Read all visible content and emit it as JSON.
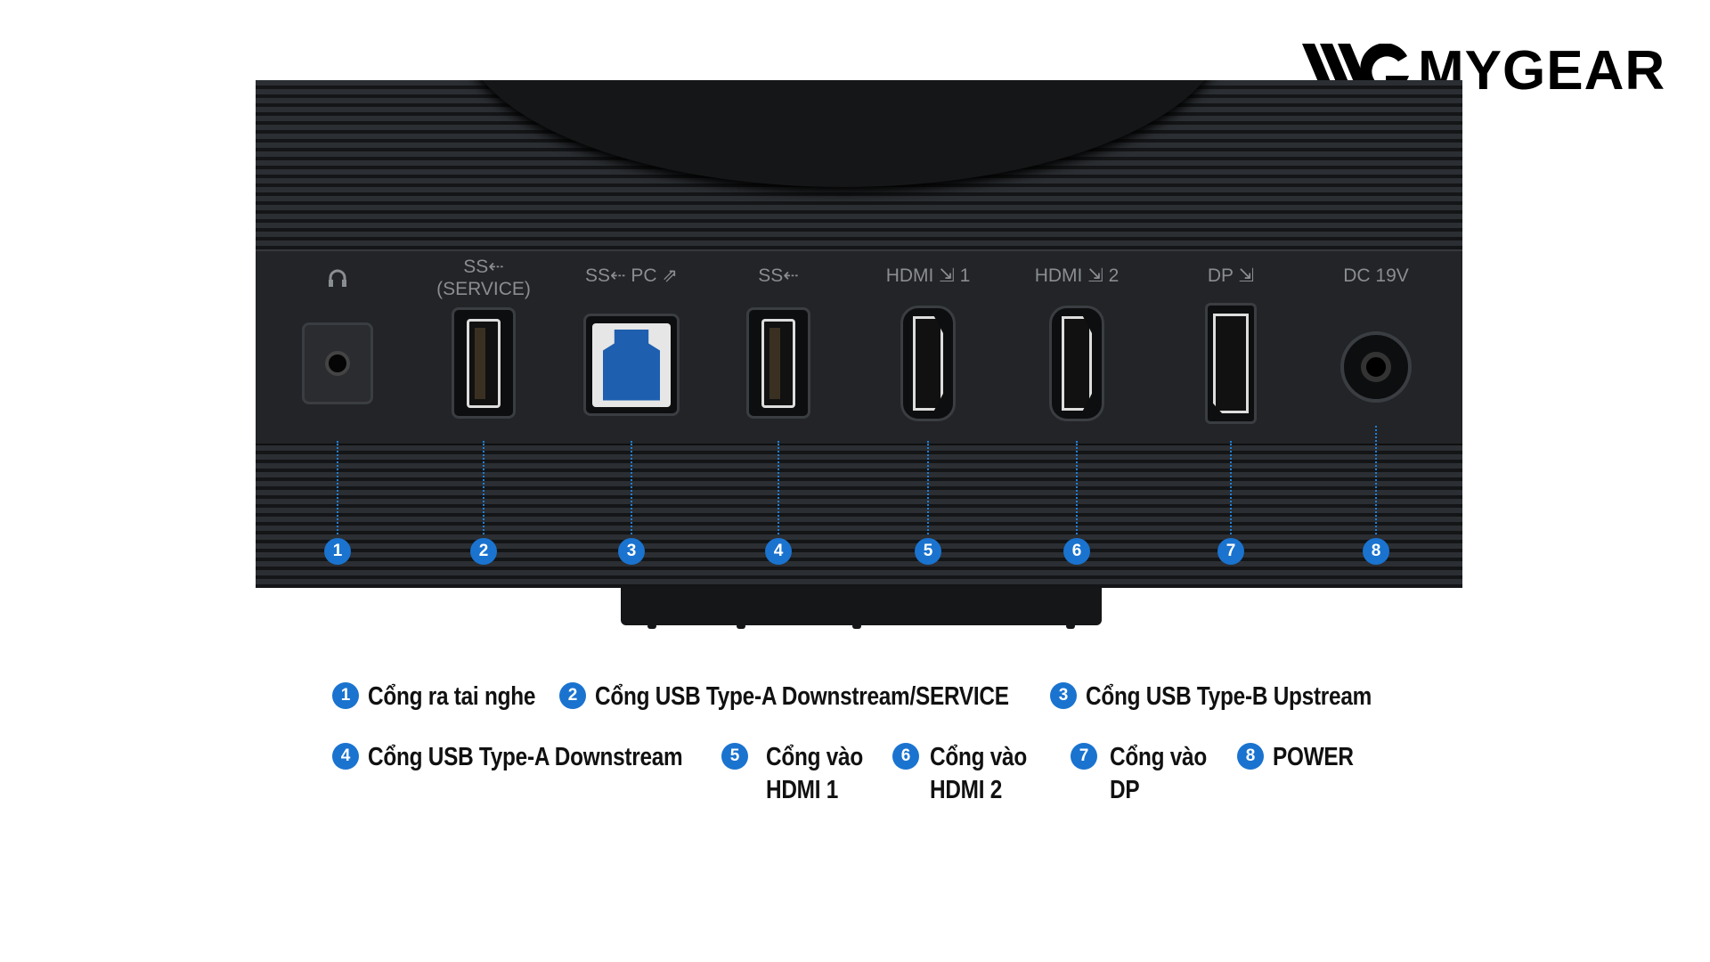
{
  "brand": {
    "name": "MYGEAR"
  },
  "ports": [
    {
      "number": "1",
      "label": "",
      "icon": "headphone-icon"
    },
    {
      "number": "2",
      "label": "SS⇠",
      "label2": "(SERVICE)",
      "icon": "usb-a-port"
    },
    {
      "number": "3",
      "label": "SS⇠ PC ⇗",
      "icon": "usb-b-port"
    },
    {
      "number": "4",
      "label": "SS⇠",
      "icon": "usb-a-port"
    },
    {
      "number": "5",
      "label": "HDMI ⇲ 1",
      "icon": "hdmi-port"
    },
    {
      "number": "6",
      "label": "HDMI ⇲ 2",
      "icon": "hdmi-port"
    },
    {
      "number": "7",
      "label": "DP ⇲",
      "icon": "displayport-port"
    },
    {
      "number": "8",
      "label": "DC 19V",
      "icon": "dc-power-port"
    }
  ],
  "legend": [
    {
      "number": "1",
      "text": "Cổng ra tai nghe"
    },
    {
      "number": "2",
      "text": "Cổng USB Type-A Downstream/SERVICE"
    },
    {
      "number": "3",
      "text": "Cổng USB Type-B Upstream"
    },
    {
      "number": "4",
      "text": "Cổng USB Type-A Downstream"
    },
    {
      "number": "5",
      "text": "Cổng vào",
      "text2": "HDMI 1"
    },
    {
      "number": "6",
      "text": "Cổng vào",
      "text2": "HDMI 2"
    },
    {
      "number": "7",
      "text": "Cổng vào",
      "text2": "DP"
    },
    {
      "number": "8",
      "text": "POWER"
    }
  ],
  "colors": {
    "accent": "#1a73cf",
    "panel": "#1e2023",
    "usb_b": "#1f5fb0"
  }
}
